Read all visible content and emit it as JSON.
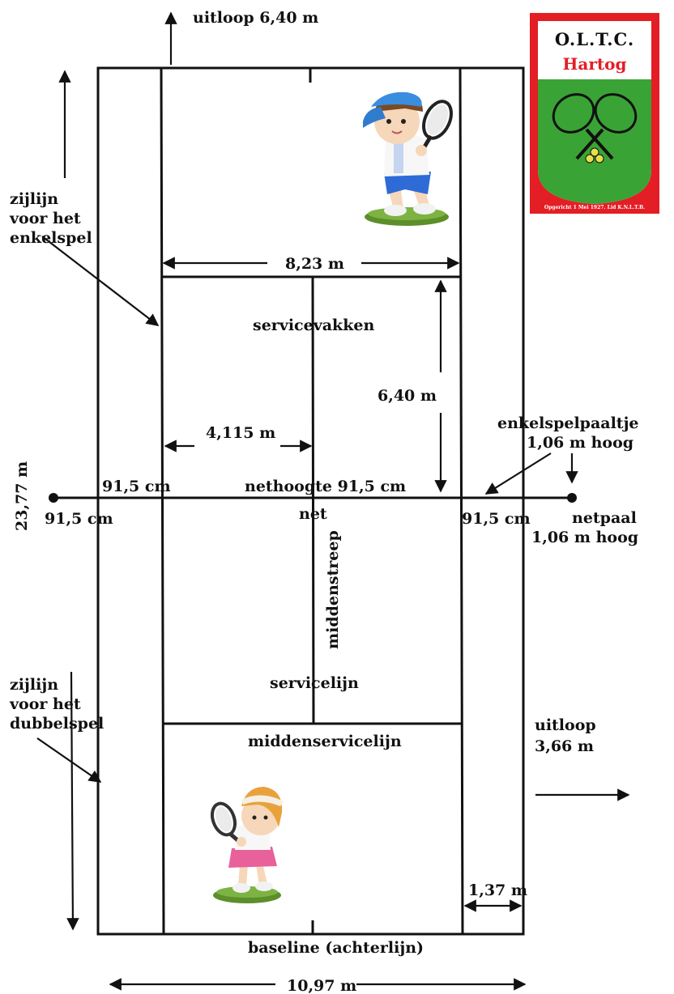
{
  "labels": {
    "runoff_back": "uitloop 6,40 m",
    "singles_sideline": [
      "zijlijn",
      "voor het",
      "enkelspel"
    ],
    "width_singles": "8,23 m",
    "service_boxes": "servicevakken",
    "service_depth": "6,40 m",
    "half_width": "4,115 m",
    "singles_stick": [
      "enkelspelpaaltje",
      "1,06 m hoog"
    ],
    "total_length": "23,77 m",
    "net_height_left": "91,5 cm",
    "net_height_center": "nethoogte 91,5 cm",
    "net_side_left": "91,5 cm",
    "net": "net",
    "net_side_right": "91,5 cm",
    "net_post": [
      "netpaal",
      "1,06 m hoog"
    ],
    "center_line": "middenstreep",
    "service_line": "servicelijn",
    "doubles_sideline": [
      "zijlijn",
      "voor het",
      "dubbelspel"
    ],
    "center_service_line": "middenservicelijn",
    "runoff_side": [
      "uitloop",
      "3,66 m"
    ],
    "alley_width": "1,37 m",
    "baseline": "baseline (achterlijn)",
    "total_width": "10,97 m"
  },
  "logo": {
    "line1": "O.L.T.C.",
    "line2": "Hartog",
    "footer": "Opgericht 1 Mei 1927. Lid K.N.L.T.B.",
    "colors": {
      "red": "#e41e25",
      "green": "#3aa335",
      "white": "#ffffff"
    }
  },
  "figures": [
    "boy-tennis-player-figurine",
    "girl-tennis-player-figurine"
  ],
  "colors": {
    "ink": "#111111"
  }
}
